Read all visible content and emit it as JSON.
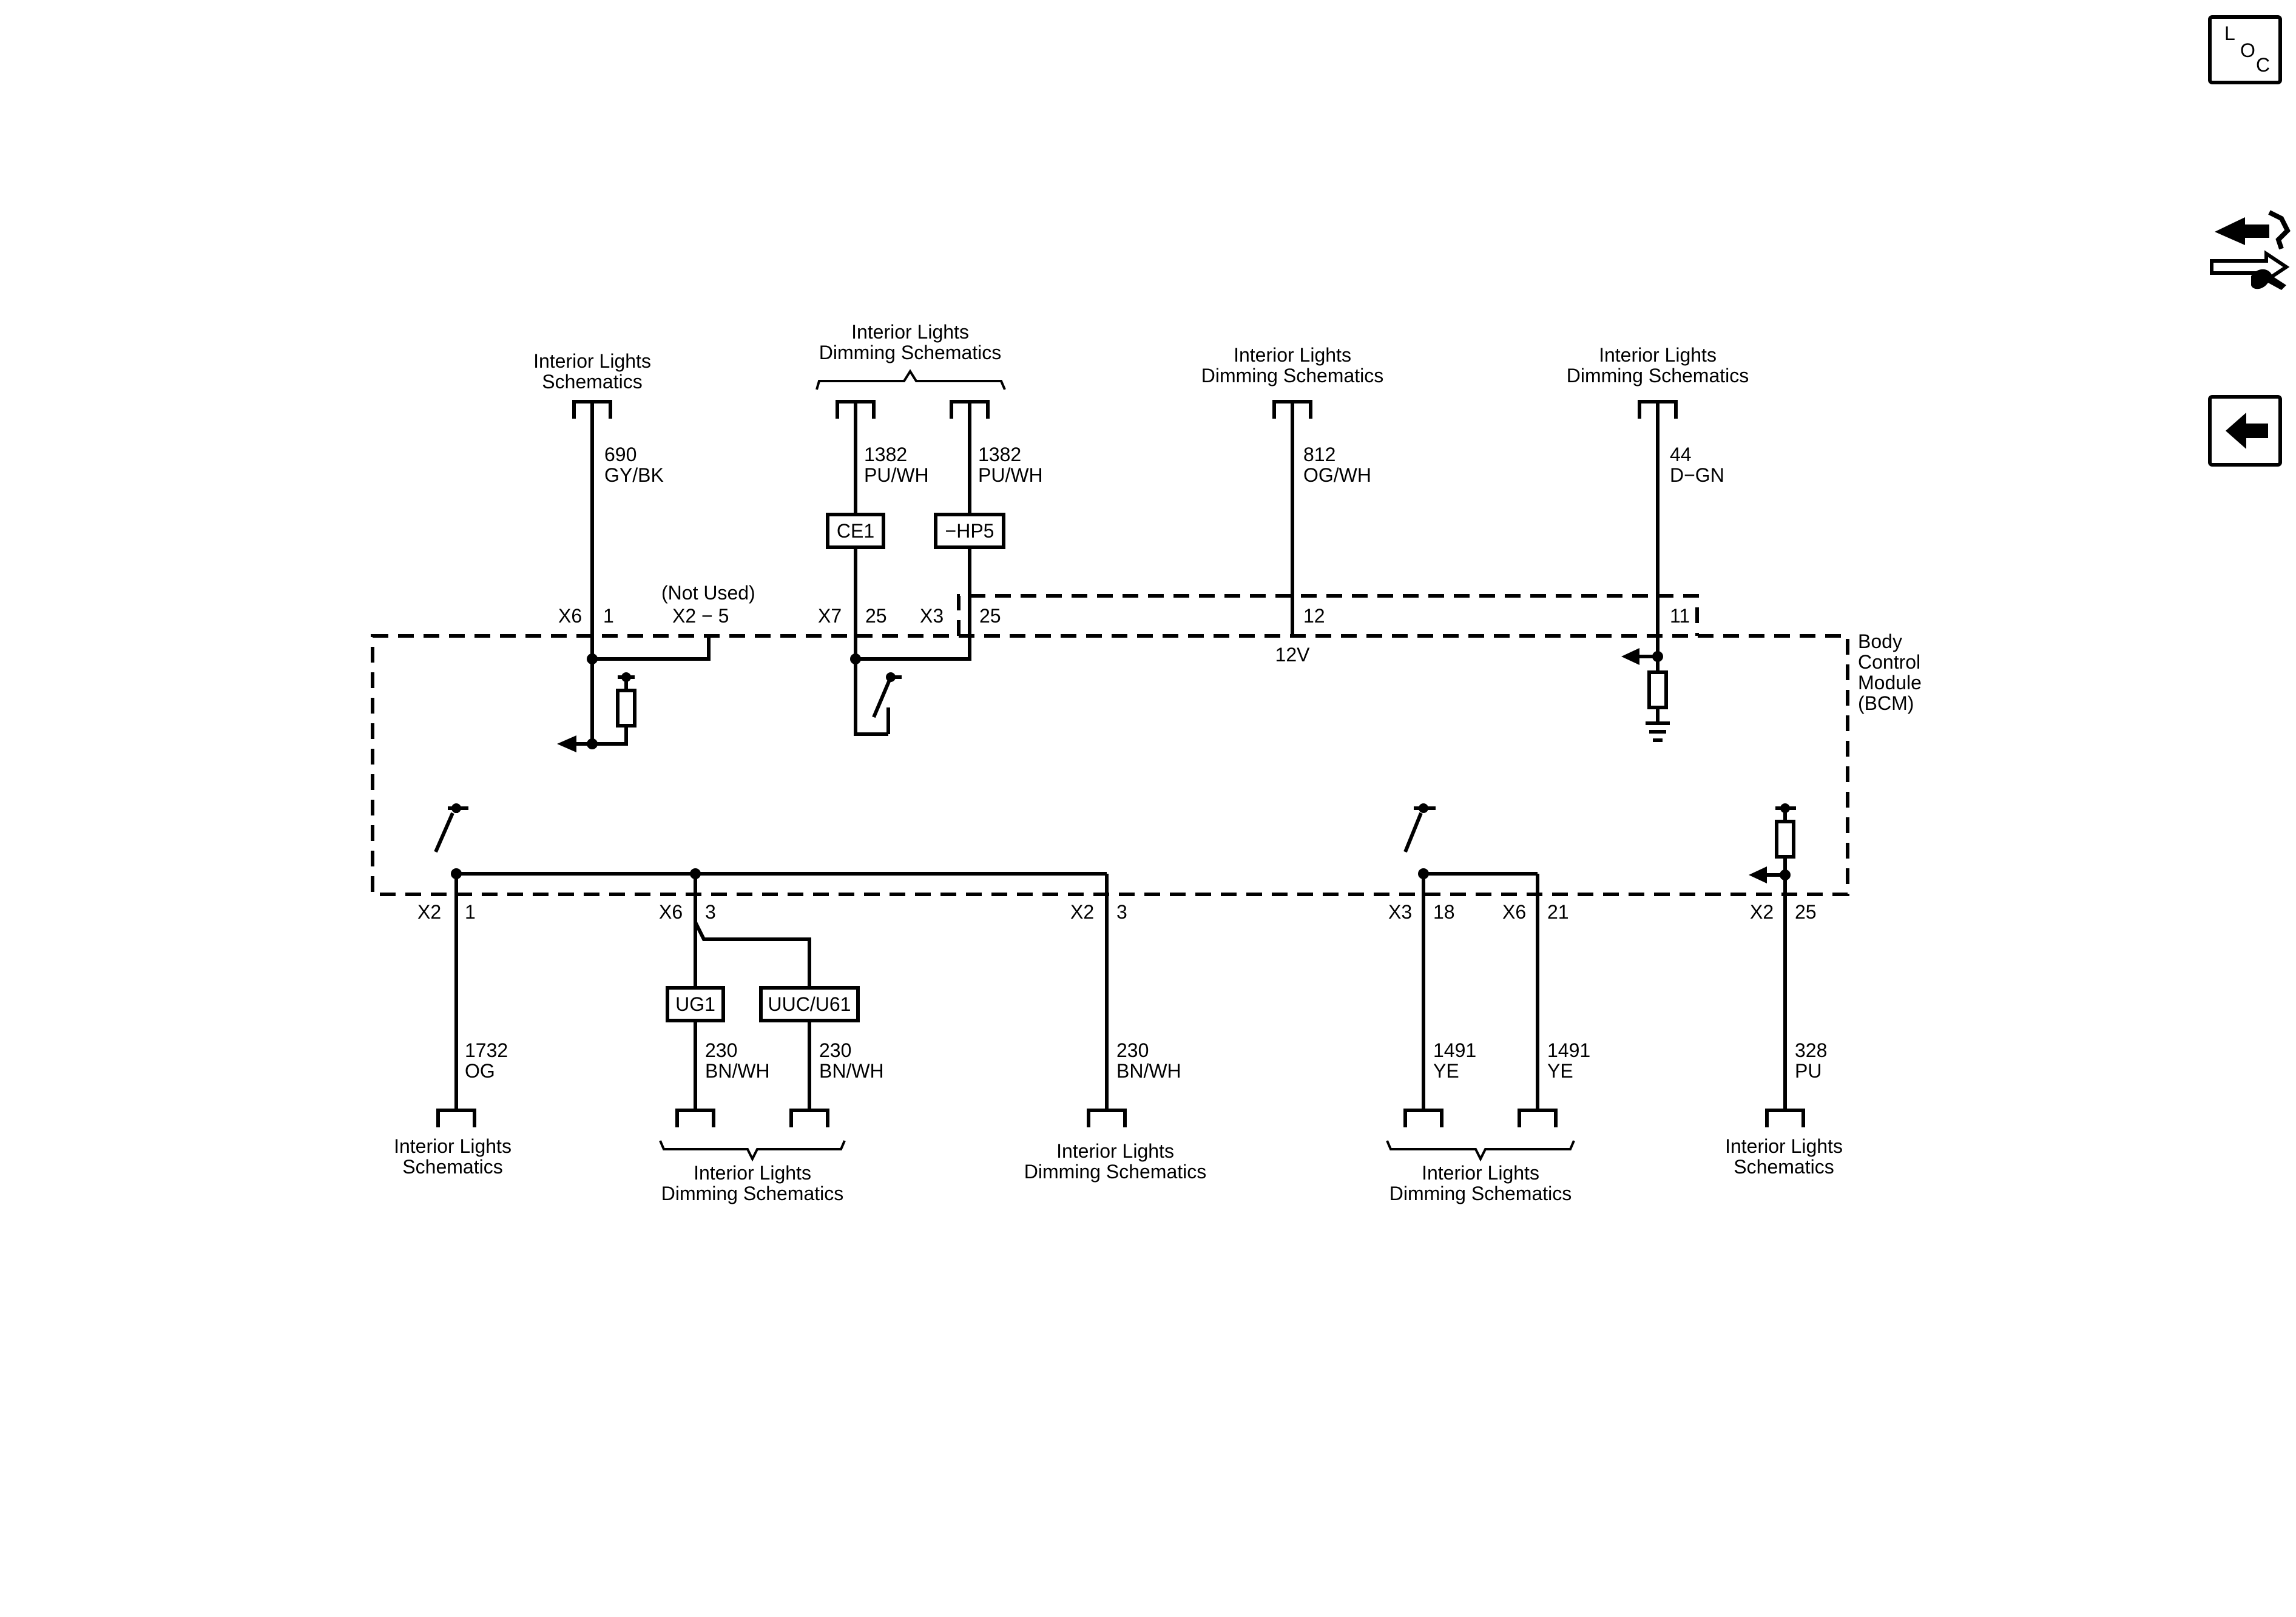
{
  "nav": {
    "loc": {
      "l": "L",
      "o": "O",
      "c": "C"
    }
  },
  "module": {
    "line1": "Body",
    "line2": "Control",
    "line3": "Module",
    "line4": "(BCM)"
  },
  "top_refs": {
    "left": {
      "line1": "Interior Lights",
      "line2": "Schematics"
    },
    "dim_group": {
      "line1": "Interior Lights",
      "line2": "Dimming Schematics"
    },
    "dim_812": {
      "line1": "Interior Lights",
      "line2": "Dimming Schematics"
    },
    "dim_44": {
      "line1": "Interior Lights",
      "line2": "Dimming Schematics"
    }
  },
  "top_wires": {
    "w690": {
      "circuit": "690",
      "color": "GY/BK"
    },
    "w1382a": {
      "circuit": "1382",
      "color": "PU/WH"
    },
    "w1382b": {
      "circuit": "1382",
      "color": "PU/WH"
    },
    "w812": {
      "circuit": "812",
      "color": "OG/WH"
    },
    "w44": {
      "circuit": "44",
      "color": "D−GN"
    }
  },
  "options": {
    "ce1": "CE1",
    "hp5": "−HP5",
    "ug1": "UG1",
    "uuc": "UUC/U61"
  },
  "top_pins": {
    "x6": "X6",
    "x6_pin": "1",
    "not_used": "(Not Used)",
    "x2_5": "X2 − 5",
    "x7": "X7",
    "x7_pin": "25",
    "x3": "X3",
    "x3_pin": "25",
    "pin12": "12",
    "v12": "12V",
    "pin11": "11"
  },
  "bottom_pins": {
    "x2a": "X2",
    "x2a_pin": "1",
    "x6a": "X6",
    "x6a_pin": "3",
    "x2b": "X2",
    "x2b_pin": "3",
    "x3a": "X3",
    "x3a_pin": "18",
    "x6b": "X6",
    "x6b_pin": "21",
    "x2c": "X2",
    "x2c_pin": "25"
  },
  "bottom_wires": {
    "w1732": {
      "circuit": "1732",
      "color": "OG"
    },
    "w230a": {
      "circuit": "230",
      "color": "BN/WH"
    },
    "w230b": {
      "circuit": "230",
      "color": "BN/WH"
    },
    "w230c": {
      "circuit": "230",
      "color": "BN/WH"
    },
    "w1491a": {
      "circuit": "1491",
      "color": "YE"
    },
    "w1491b": {
      "circuit": "1491",
      "color": "YE"
    },
    "w328": {
      "circuit": "328",
      "color": "PU"
    }
  },
  "bottom_refs": {
    "left": {
      "line1": "Interior Lights",
      "line2": "Schematics"
    },
    "dim_230_group": {
      "line1": "Interior Lights",
      "line2": "Dimming Schematics"
    },
    "dim_230": {
      "line1": "Interior Lights",
      "line2": "Dimming Schematics"
    },
    "dim_1491_group": {
      "line1": "Interior Lights",
      "line2": "Dimming Schematics"
    },
    "right": {
      "line1": "Interior Lights",
      "line2": "Schematics"
    }
  }
}
